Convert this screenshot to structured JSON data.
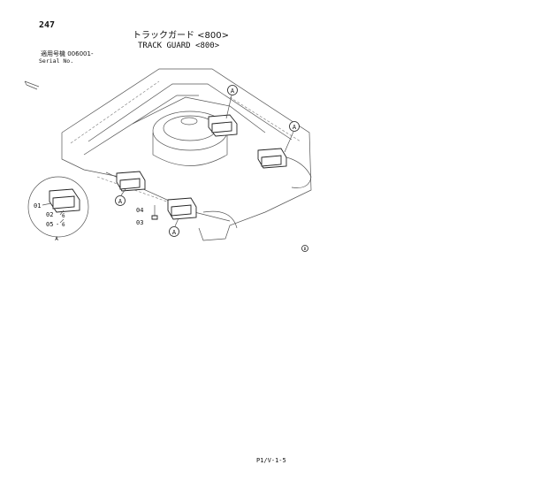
{
  "header": {
    "page_number": "247",
    "title_jp": "トラックガード <800>",
    "title_en": "TRACK GUARD <800>",
    "serial_jp": "適用号機 006001-",
    "serial_en": "Serial No."
  },
  "diagram": {
    "callout_letter": "A",
    "part_labels": [
      "01",
      "02",
      "05",
      "04",
      "03"
    ],
    "qty_marks": [
      "6",
      "6"
    ],
    "corner_mark": "B"
  },
  "footer": {
    "code": "P1/V-1-5"
  }
}
